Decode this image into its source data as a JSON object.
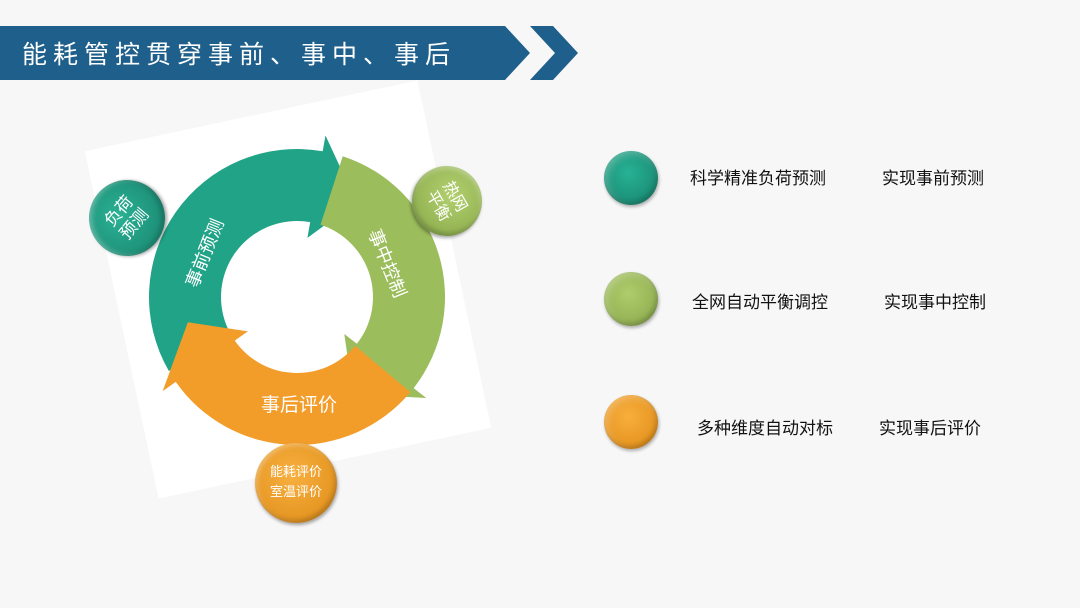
{
  "title": "能耗管控贯穿事前、事中、事后",
  "colors": {
    "banner": "#1f5f8b",
    "teal": "#20a387",
    "green": "#9bbd5c",
    "orange": "#f29d2a"
  },
  "cycle": {
    "segments": [
      {
        "label": "事前预测",
        "color": "#20a387"
      },
      {
        "label": "事中控制",
        "color": "#9bbd5c"
      },
      {
        "label": "事后评价",
        "color": "#f29d2a"
      }
    ],
    "bubbles": [
      {
        "lines": [
          "负荷",
          "预测"
        ],
        "color": "#20a387"
      },
      {
        "lines": [
          "热网",
          "平衡"
        ],
        "color": "#9bbd5c"
      },
      {
        "lines": [
          "能耗评价",
          "室温评价"
        ],
        "color": "#f29d2a"
      }
    ]
  },
  "rows": [
    {
      "left": "科学精准负荷预测",
      "right": "实现事前预测",
      "color": "#20a387"
    },
    {
      "left": "全网自动平衡调控",
      "right": "实现事中控制",
      "color": "#9bbd5c"
    },
    {
      "left": "多种维度自动对标",
      "right": "实现事后评价",
      "color": "#f29d2a"
    }
  ]
}
